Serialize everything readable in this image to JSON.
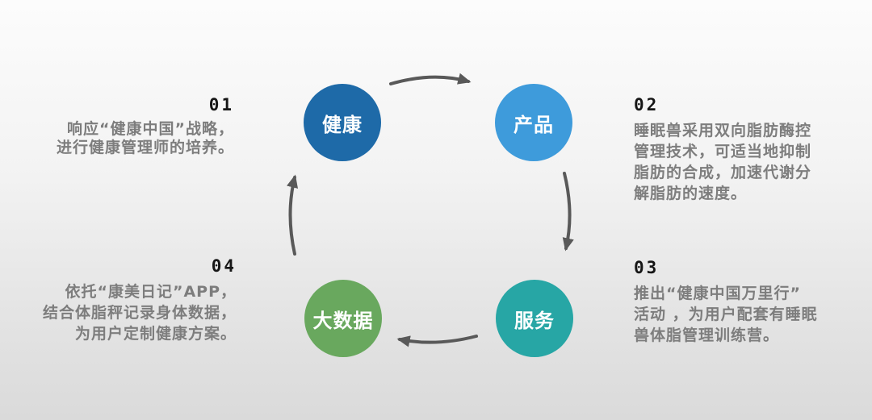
{
  "diagram": {
    "arrow_color": "#595959",
    "nodes": [
      {
        "id": "health",
        "label": "健康",
        "color": "#1E6AA8"
      },
      {
        "id": "product",
        "label": "产品",
        "color": "#3E9BDB"
      },
      {
        "id": "service",
        "label": "服务",
        "color": "#27A6A5"
      },
      {
        "id": "bigdata",
        "label": "大数据",
        "color": "#69A85E"
      }
    ]
  },
  "steps": [
    {
      "number": "01",
      "lines": [
        "响应“健康中国”战略，",
        "进行健康管理师的培养。"
      ]
    },
    {
      "number": "02",
      "lines": [
        "睡眠兽采用双向脂肪酶控",
        "管理技术，可适当地抑制",
        "脂肪的合成，加速代谢分",
        "解脂肪的速度。"
      ]
    },
    {
      "number": "03",
      "lines": [
        "推出“健康中国万里行”",
        "活动 ，为用户配套有睡眠",
        "兽体脂管理训练营。"
      ]
    },
    {
      "number": "04",
      "lines": [
        "依托“康美日记”APP，",
        "结合体脂秤记录身体数据，",
        "为用户定制健康方案。"
      ]
    }
  ]
}
